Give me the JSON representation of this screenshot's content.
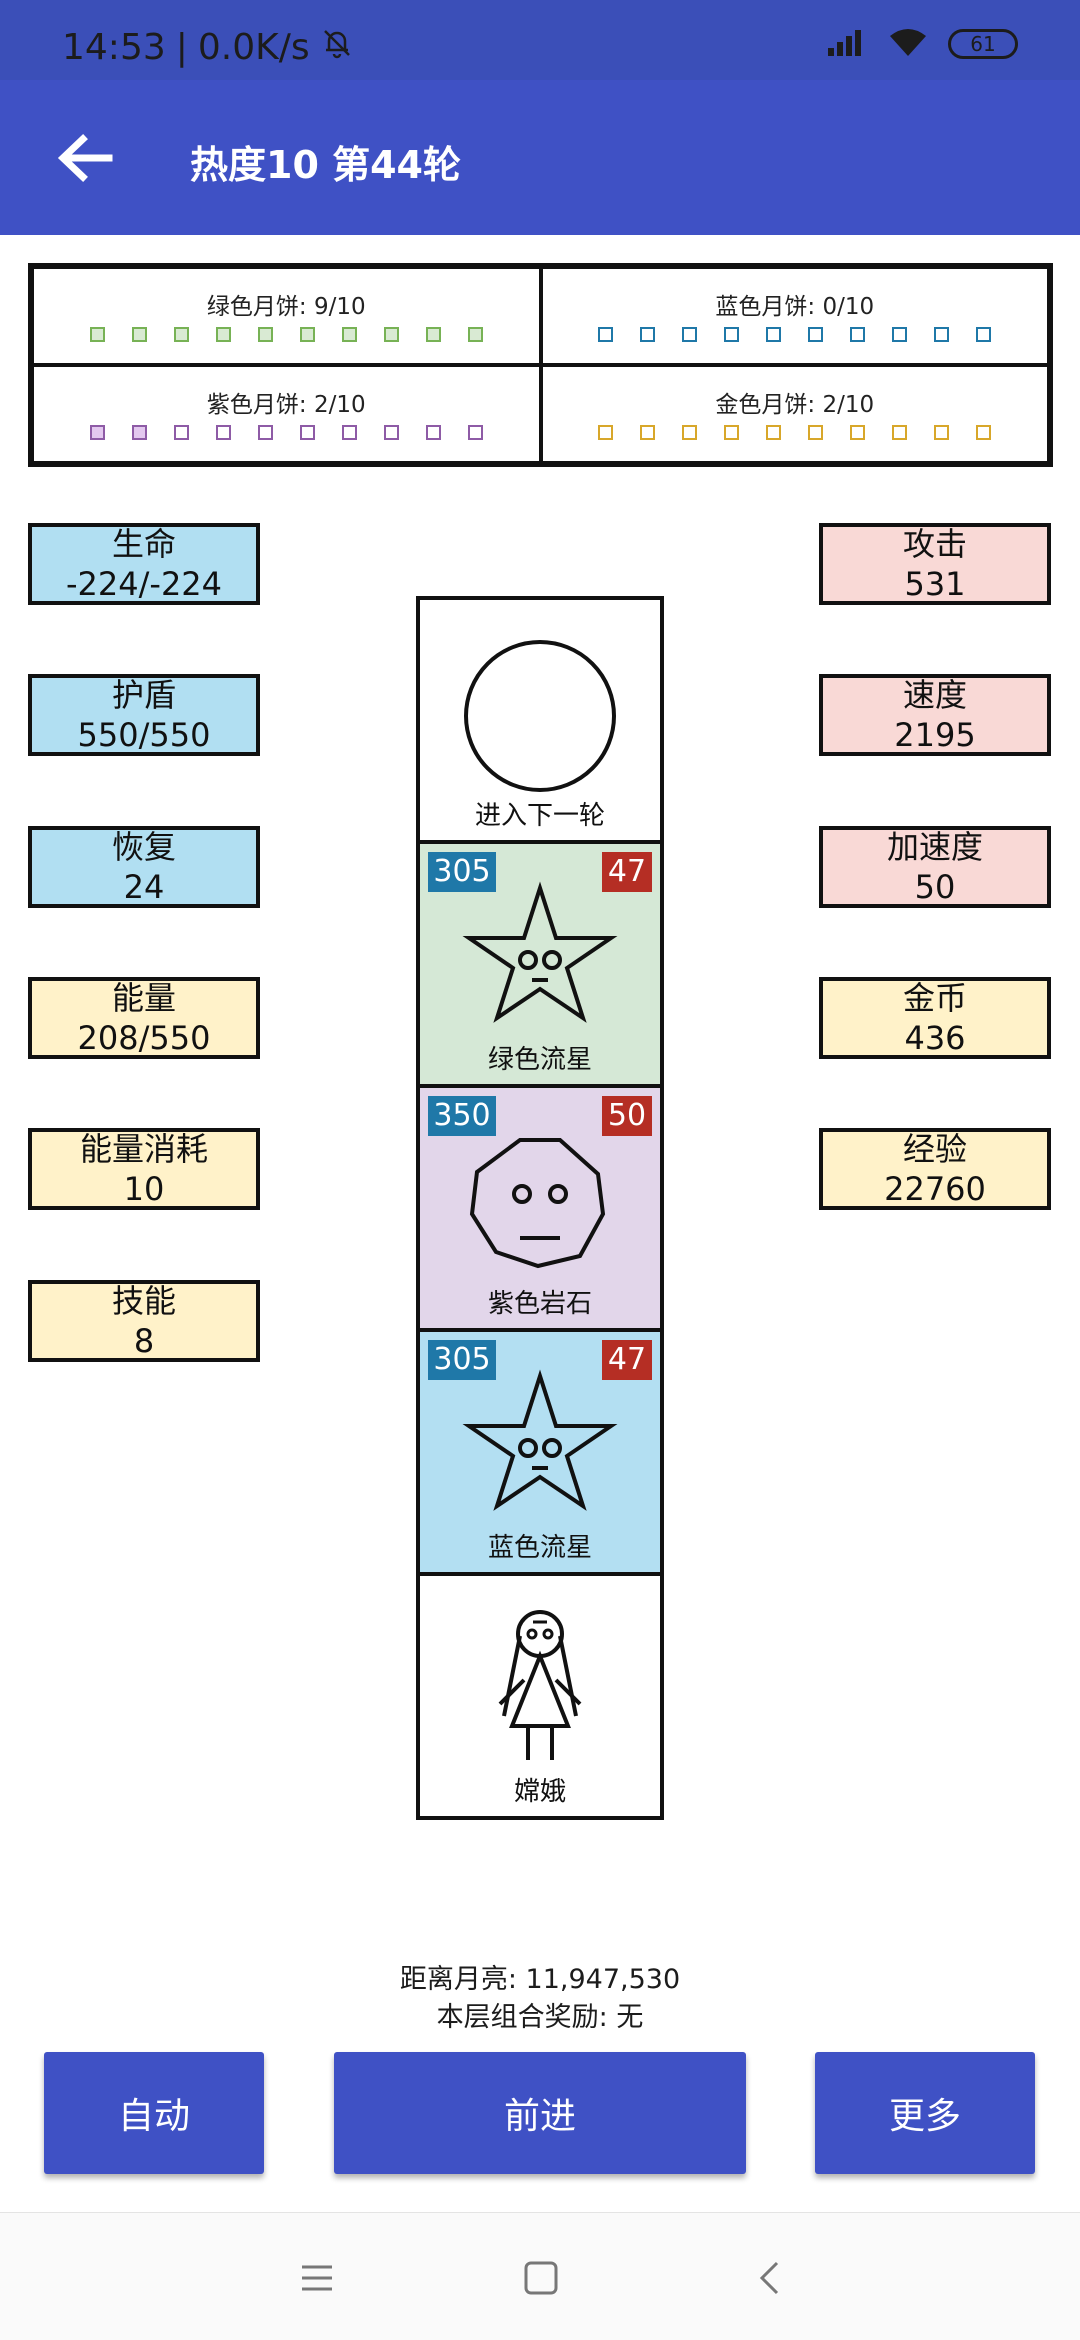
{
  "status": {
    "time": "14:53",
    "net": "0.0K/s",
    "battery": "61"
  },
  "appbar": {
    "title": "热度10 第44轮"
  },
  "mooncakes": [
    {
      "label": "绿色月饼: 9/10",
      "color": "#77b255",
      "filled": 0
    },
    {
      "label": "蓝色月饼: 0/10",
      "color": "#1f78a8",
      "filled": 0
    },
    {
      "label": "紫色月饼: 2/10",
      "color": "#8e5ba6",
      "filled": 2
    },
    {
      "label": "金色月饼: 2/10",
      "color": "#d8a72a",
      "filled": 0
    }
  ],
  "left_stats": [
    {
      "name": "生命",
      "value": "-224/-224",
      "color": "blue"
    },
    {
      "name": "护盾",
      "value": "550/550",
      "color": "blue"
    },
    {
      "name": "恢复",
      "value": "24",
      "color": "blue"
    },
    {
      "name": "能量",
      "value": "208/550",
      "color": "yellow"
    },
    {
      "name": "能量消耗",
      "value": "10",
      "color": "yellow"
    },
    {
      "name": "技能",
      "value": "8",
      "color": "yellow"
    }
  ],
  "right_stats": [
    {
      "name": "攻击",
      "value": "531",
      "color": "pink"
    },
    {
      "name": "速度",
      "value": "2195",
      "color": "pink"
    },
    {
      "name": "加速度",
      "value": "50",
      "color": "pink"
    },
    {
      "name": "金币",
      "value": "436",
      "color": "yellow"
    },
    {
      "name": "经验",
      "value": "22760",
      "color": "yellow"
    }
  ],
  "tower": {
    "next": {
      "label": "进入下一轮"
    },
    "green_star": {
      "label": "绿色流星",
      "hp": "305",
      "atk": "47"
    },
    "purple_rock": {
      "label": "紫色岩石",
      "hp": "350",
      "atk": "50"
    },
    "blue_star": {
      "label": "蓝色流星",
      "hp": "305",
      "atk": "47"
    },
    "player": {
      "label": "嫦娥"
    }
  },
  "footer": {
    "distance": "距离月亮: 11,947,530",
    "bonus": "本层组合奖励: 无"
  },
  "buttons": {
    "auto": "自动",
    "forward": "前进",
    "more": "更多"
  }
}
